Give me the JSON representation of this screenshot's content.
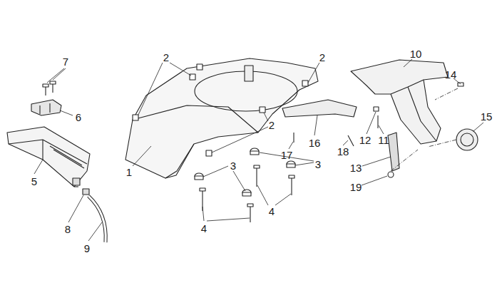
{
  "diagram": {
    "labels": [
      "7",
      "2",
      "2",
      "10",
      "14",
      "6",
      "15",
      "2",
      "12",
      "11",
      "17",
      "16",
      "18",
      "3",
      "3",
      "5",
      "13",
      "19",
      "4",
      "4",
      "1",
      "8",
      "9"
    ]
  }
}
